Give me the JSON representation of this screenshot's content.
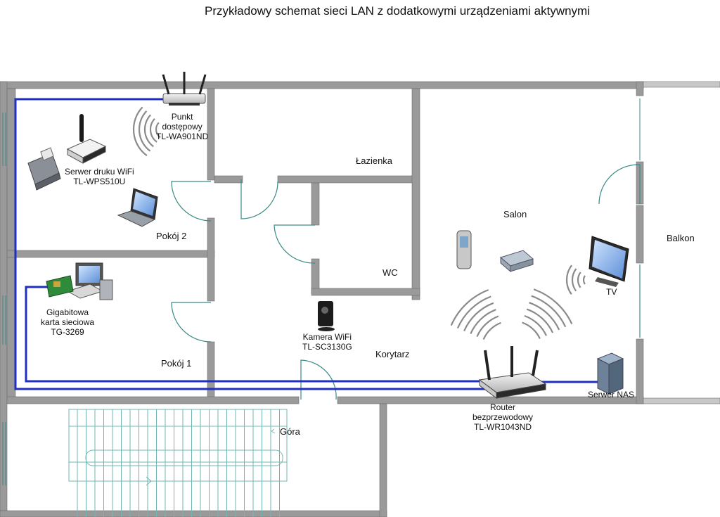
{
  "title": "Przykładowy schemat sieci LAN z dodatkowymi urządzeniami aktywnymi",
  "rooms": {
    "lazienka": "Łazienka",
    "salon": "Salon",
    "balkon": "Balkon",
    "pokoj2": "Pokój 2",
    "pokoj1": "Pokój 1",
    "wc": "WC",
    "korytarz": "Korytarz",
    "gora": "Góra"
  },
  "devices": {
    "access_point": {
      "line1": "Punkt",
      "line2": "dostępowy",
      "line3": "TL-WA901ND"
    },
    "print_server": {
      "line1": "Serwer druku WiFi",
      "line2": "TL-WPS510U"
    },
    "network_card": {
      "line1": "Gigabitowa",
      "line2": "karta sieciowa",
      "line3": "TG-3269"
    },
    "camera": {
      "line1": "Kamera WiFi",
      "line2": "TL-SC3130G"
    },
    "router": {
      "line1": "Router",
      "line2": "bezprzewodowy",
      "line3": "TL-WR1043ND"
    },
    "nas": {
      "line1": "Serwer NAS"
    },
    "tv": {
      "line1": "TV"
    }
  },
  "colors": {
    "wall": "#9a9a9a",
    "cable": "#1f2fbf",
    "door": "#3a8a86",
    "stairs": "#6fb8b2"
  }
}
